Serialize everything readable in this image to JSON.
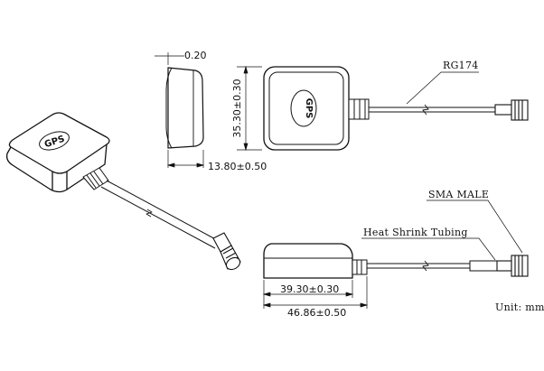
{
  "dimensions": {
    "thickness": "0.20",
    "depth": "13.80±0.50",
    "height": "35.30±0.30",
    "body_width": "39.30±0.30",
    "total_width": "46.86±0.50"
  },
  "labels": {
    "cable": "RG174",
    "connector": "SMA MALE",
    "tubing": "Heat Shrink Tubing",
    "unit": "Unit: mm"
  },
  "logo": {
    "text": "GPS"
  }
}
